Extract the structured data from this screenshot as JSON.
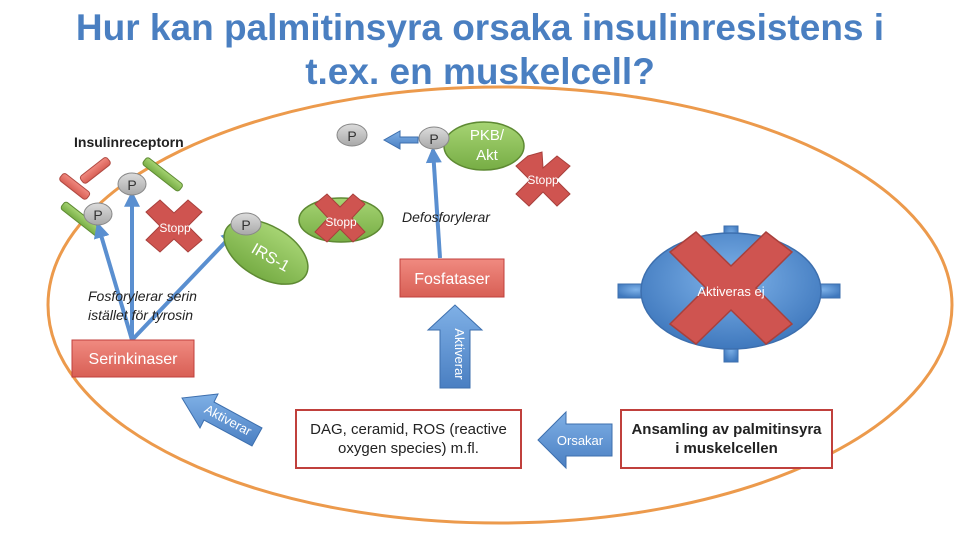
{
  "title_line1": "Hur kan palmitinsyra orsaka insulinresistens i",
  "title_line2": "t.ex. en muskelcell?",
  "insulinreceptor_label": "Insulinreceptorn",
  "p": "P",
  "stopp": "Stopp",
  "pkb_akt_line1": "PKB/",
  "pkb_akt_line2": "Akt",
  "irs1": "IRS-1",
  "defosforylerar": "Defosforylerar",
  "fosfataser": "Fosfataser",
  "aktiverar": "Aktiverar",
  "aktiveras_ej": "Aktiveras ej",
  "fosforylerar_line1": "Fosforylerar serin",
  "fosforylerar_line2": "istället för tyrosin",
  "serinkinaser": "Serinkinaser",
  "dag_line1": "DAG, ceramid, ROS (reactive",
  "dag_line2": "oxygen species) m.fl.",
  "orsakar": "Orsakar",
  "ansamling_line1": "Ansamling av palmitinsyra",
  "ansamling_line2": "i muskelcellen",
  "colors": {
    "title": "#4a7fc1",
    "cell_border": "#ec9a4c",
    "green": "#8bc157",
    "blue": "#4e86c8",
    "red_box": "#e26b5f",
    "cross": "#cf5450",
    "receptor_red": "#e05b55"
  }
}
